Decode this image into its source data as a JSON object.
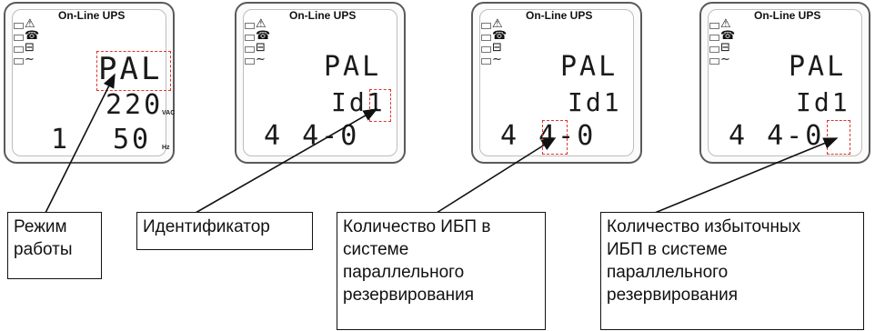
{
  "panel_title": "On-Line UPS",
  "icons": [
    "warning-icon",
    "bypass-icon",
    "battery-icon",
    "ac-icon"
  ],
  "panels": [
    {
      "line1": "PAL",
      "line2": "220",
      "line2_unit": "VAC",
      "line3a": "1",
      "line3b": "50",
      "line3_unit": "Hz"
    },
    {
      "line1": "PAL",
      "line2": "Id1",
      "line3": "4 4-0"
    },
    {
      "line1": "PAL",
      "line2": "Id1",
      "line3": "4 4-0"
    },
    {
      "line1": "PAL",
      "line2": "Id1",
      "line3": "4 4-0"
    }
  ],
  "callouts": [
    {
      "lines": [
        "Режим",
        "работы"
      ]
    },
    {
      "lines": [
        "Идентификатор"
      ]
    },
    {
      "lines": [
        "Количество ИБП в",
        "системе",
        "параллельного",
        "резервирования"
      ]
    },
    {
      "lines": [
        "Количество избыточных",
        "ИБП в системе",
        "параллельного",
        "резервирования"
      ]
    }
  ],
  "colors": {
    "highlight": "#e0332b",
    "frame": "#5a5a5a"
  }
}
